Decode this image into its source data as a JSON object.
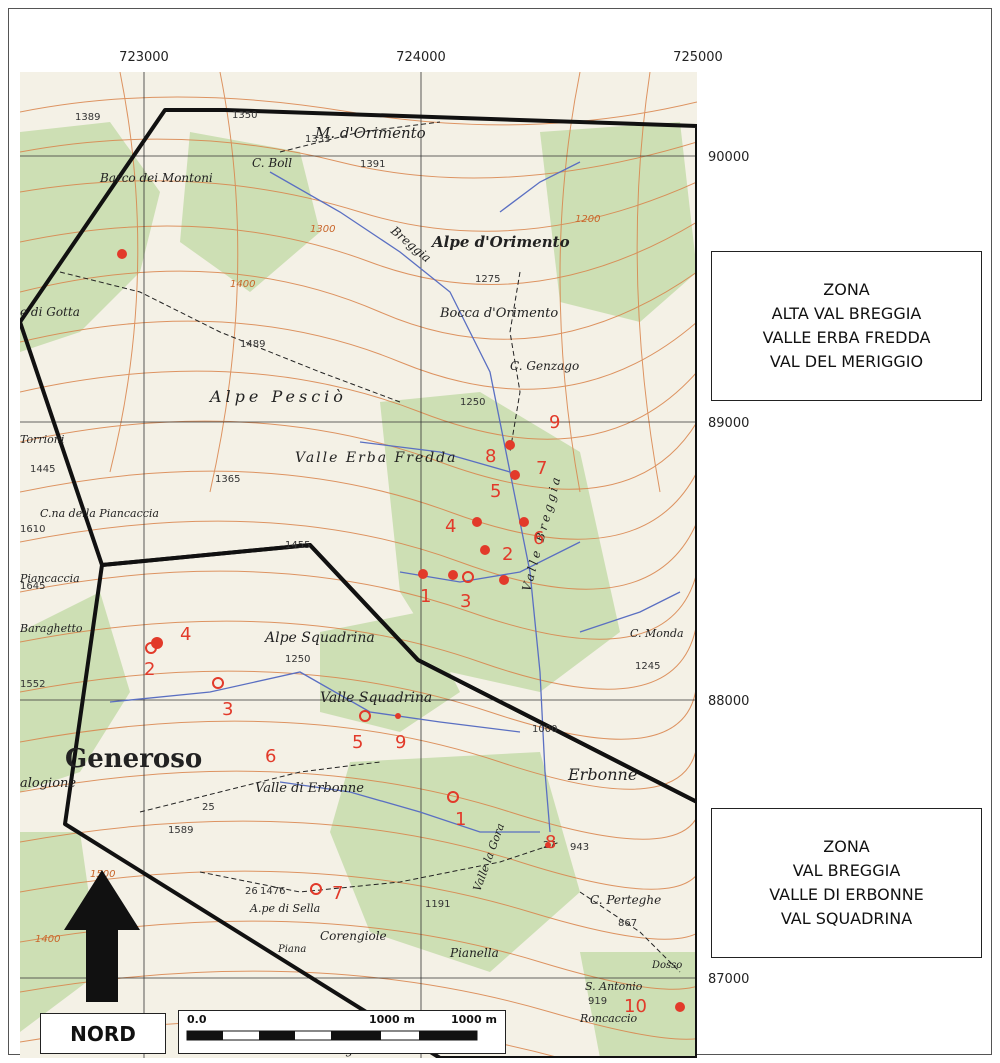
{
  "coords": {
    "x": [
      {
        "label": "723000"
      },
      {
        "label": "724000"
      },
      {
        "label": "725000"
      }
    ],
    "y": [
      {
        "label": "90000"
      },
      {
        "label": "89000"
      },
      {
        "label": "88000"
      },
      {
        "label": "87000"
      }
    ]
  },
  "zones": [
    {
      "title": "ZONA",
      "lines": [
        "ALTA VAL BREGGIA",
        "VALLE ERBA FREDDA",
        "VAL DEL MERIGGIO"
      ]
    },
    {
      "title": "ZONA",
      "lines": [
        "VAL BREGGIA",
        "VALLE DI ERBONNE",
        "VAL SQUADRINA"
      ]
    }
  ],
  "north_label": "NORD",
  "scale": {
    "zero": "0.0",
    "mid": "1000 m",
    "end": "1000 m"
  },
  "map_labels": {
    "m_orimento": "M. d'Orimento",
    "c_boll": "C. Boll",
    "alpe_orimento": "Alpe d'Orimento",
    "bocca_orimento": "Bocca d'Orimento",
    "c_genzago": "C. Genzago",
    "alpe_pescio": "Alpe Pesciò",
    "valle_erba_fredda": "Valle Erba Fredda",
    "alpe_squadrina": "Alpe Squadrina",
    "valle_squadrina": "Valle Squadrina",
    "valle_erbonne": "Valle di Erbonne",
    "generoso": "Generoso",
    "erbonne": "Erbonne",
    "c_monda": "C. Monda",
    "c_perteghe": "C. Perteghe",
    "pianella": "Pianella",
    "corengiole": "Corengiole",
    "s_antonio": "S. Antonio",
    "breggia": "Breggia",
    "barco_montoni": "Barco dei Montoni",
    "gotta": "e di Gotta",
    "piancaccia": "C.na della Piancaccia",
    "baraghetto": "Baraghetto",
    "segoletto": "Segoletto",
    "alpe_di_sella": "A.pe di Sella",
    "valle_breggia_v": "Valle Breggia",
    "dosso": "Dosso",
    "roncaccio": "Roncaccio",
    "valle_gora": "Valle la Gora",
    "piana": "Piana",
    "torrioni": "Torrioni",
    "ancaccia": "Piancaccia",
    "alogione": "alogione"
  },
  "elevations": [
    "1389",
    "1350",
    "1333",
    "1391",
    "1300",
    "1200",
    "1275",
    "1400",
    "1489",
    "1250",
    "1365",
    "1455",
    "1445",
    "1610",
    "1645",
    "1552",
    "1250",
    "1000",
    "943",
    "1245",
    "1589",
    "1476",
    "1191",
    "867",
    "919",
    "1500",
    "1400",
    "25",
    "26",
    "27"
  ],
  "sites_north": [
    {
      "label": "1"
    },
    {
      "label": "2"
    },
    {
      "label": "3"
    },
    {
      "label": "4"
    },
    {
      "label": "5"
    },
    {
      "label": "6"
    },
    {
      "label": "7"
    },
    {
      "label": "8"
    },
    {
      "label": "9"
    }
  ],
  "sites_south": [
    {
      "label": "1"
    },
    {
      "label": "2"
    },
    {
      "label": "3"
    },
    {
      "label": "4"
    },
    {
      "label": "5"
    },
    {
      "label": "6"
    },
    {
      "label": "7"
    },
    {
      "label": "8"
    },
    {
      "label": "9"
    },
    {
      "label": "10"
    }
  ],
  "colors": {
    "map_bg": "#f4f1e6",
    "forest": "#cddfb4",
    "contour": "#d9834a",
    "water": "#5a6fc2",
    "site": "#e23a2a",
    "border": "#111111"
  }
}
